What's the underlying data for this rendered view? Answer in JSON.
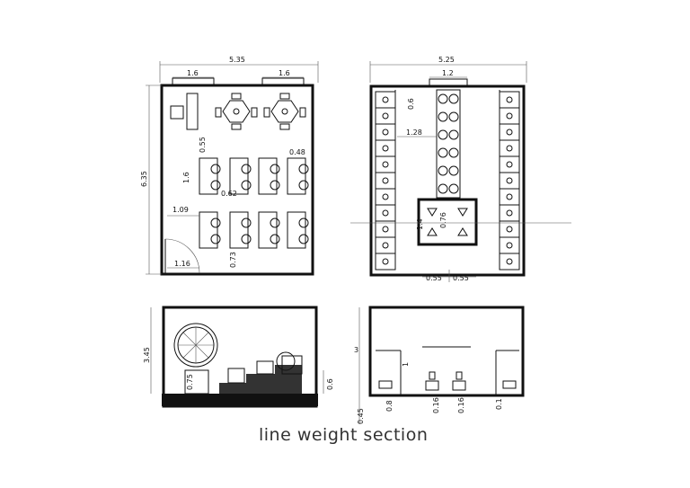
{
  "caption": "line weight section",
  "plan_left": {
    "width_total": "5.35",
    "window_left": "1.6",
    "window_right": "1.6",
    "height_total": "6.35",
    "dim_shelf": "0.55",
    "dim_desk_h": "1.6",
    "dim_desk_w": "0.48",
    "dim_gap": "0.62",
    "dim_door_side": "1.09",
    "dim_desk_gap2": "0.73",
    "dim_door": "1.16"
  },
  "plan_right": {
    "width_total": "5.25",
    "window_top": "1.2",
    "dim_top": "0.6",
    "dim_corridor": "1.28",
    "dim_island_h": "1.4",
    "dim_island_w": "0.76",
    "dim_bottom_left": "0.55",
    "dim_bottom_right": "0.55"
  },
  "section_left": {
    "height": "3.45",
    "dim_small": "0.75",
    "dim_right": "0.6"
  },
  "section_right": {
    "height": "3",
    "dim_base": "0.45",
    "dim_a": "0.8",
    "dim_b": "0.16",
    "dim_c": "0.16",
    "dim_d": "0.1",
    "dim_e": "1"
  }
}
